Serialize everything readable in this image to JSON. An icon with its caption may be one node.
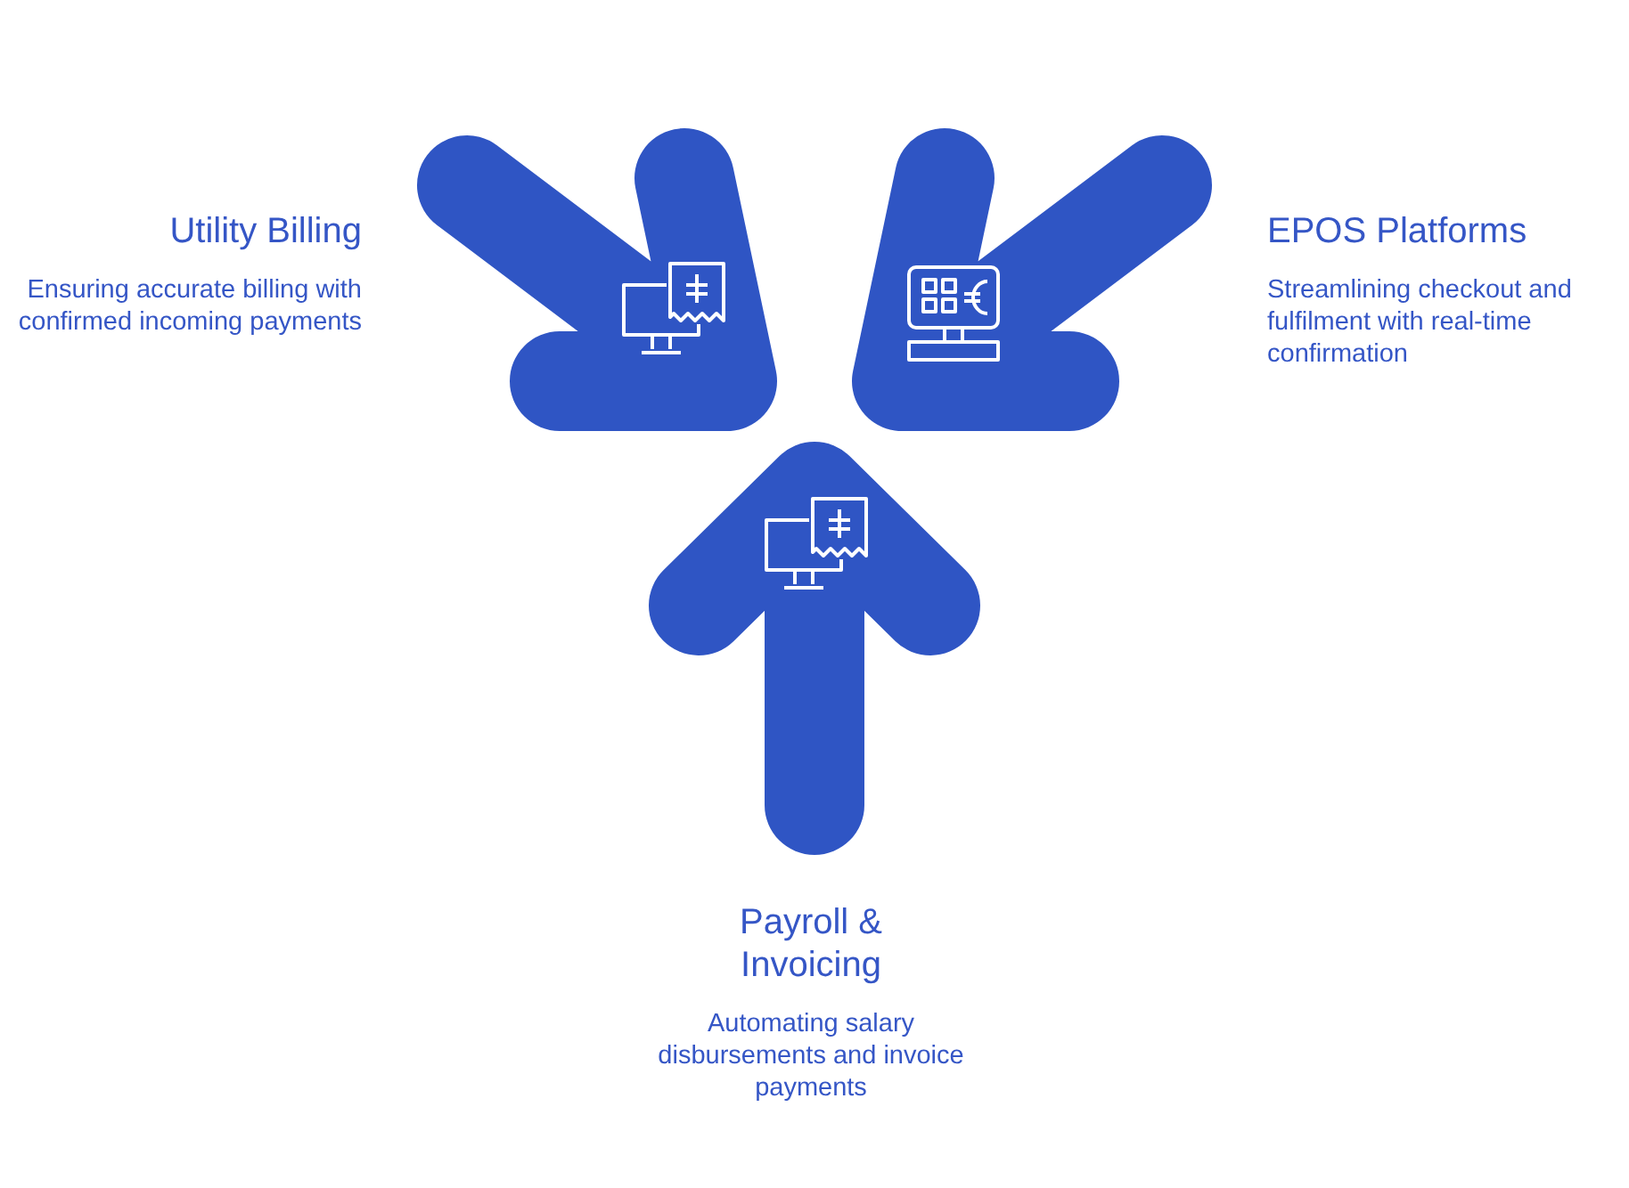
{
  "diagram": {
    "nodes": [
      {
        "text": [
          "Utility Billing",
          "Ensuring accurate billing with confirmed incoming payments"
        ]
      },
      {
        "text": [
          "EPOS Platforms",
          "Streamlining checkout and fulfilment with real-time confirmation"
        ]
      },
      {
        "text": [
          "Payroll & Invoicing",
          "Automating salary disbursements and invoice payments"
        ]
      }
    ]
  }
}
